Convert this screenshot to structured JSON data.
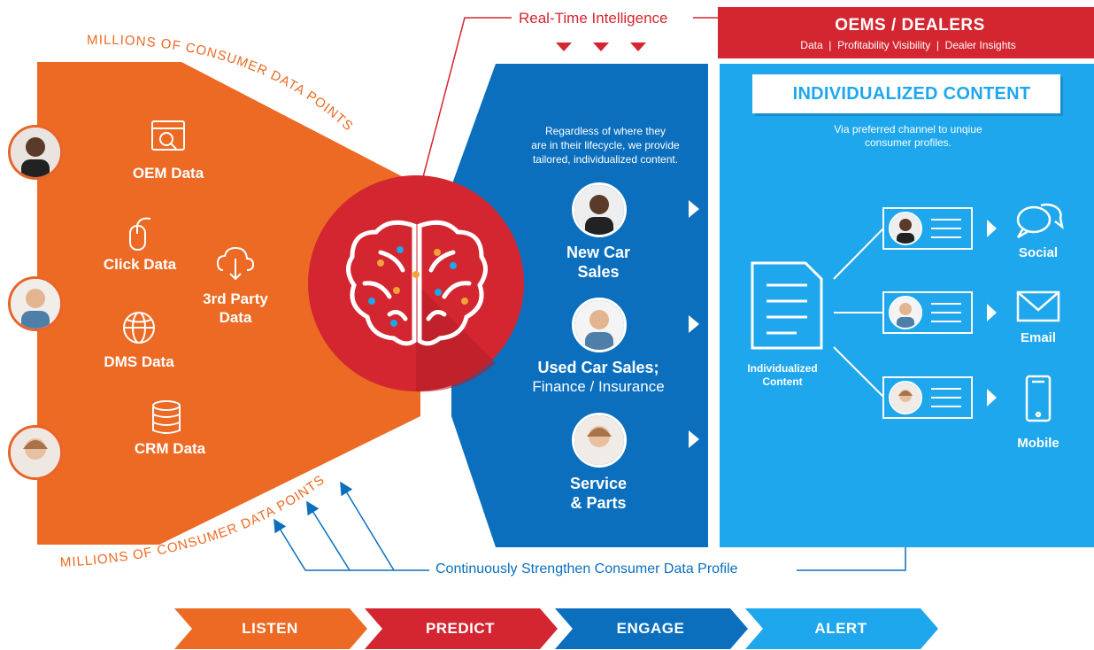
{
  "header": {
    "realtime_label": "Real-Time Intelligence",
    "oems_title": "OEMS / DEALERS",
    "oems_subtitle": "Data  |  Profitability Visibility  |  Dealer Insights"
  },
  "arc_text": {
    "top": "MILLIONS OF CONSUMER DATA POINTS",
    "bottom": "MILLIONS OF CONSUMER DATA POINTS"
  },
  "data_sources": [
    {
      "label": "OEM Data",
      "icon": "magnifier-window-icon"
    },
    {
      "label": "Click Data",
      "icon": "mouse-icon"
    },
    {
      "label": "3rd Party Data",
      "icon": "cloud-download-icon"
    },
    {
      "label": "DMS Data",
      "icon": "globe-icon"
    },
    {
      "label": "CRM Data",
      "icon": "database-icon"
    }
  ],
  "center": {
    "icon": "brain-icon"
  },
  "engage_panel": {
    "intro": [
      "Regardless of where they",
      "are in their lifecycle, we provide",
      "tailored, individualized content."
    ],
    "segments": [
      {
        "line1": "New Car",
        "line2": "Sales",
        "sub": ""
      },
      {
        "line1": "Used Car Sales;",
        "line2": "",
        "sub": "Finance / Insurance"
      },
      {
        "line1": "Service",
        "line2": "& Parts",
        "sub": ""
      }
    ]
  },
  "content_panel": {
    "banner": "INDIVIDUALIZED CONTENT",
    "intro": [
      "Via preferred channel to unqiue",
      "consumer profiles."
    ],
    "doc_label": [
      "Individualized",
      "Content"
    ],
    "channels": [
      {
        "label": "Social",
        "icon": "chat-bubbles-icon"
      },
      {
        "label": "Email",
        "icon": "envelope-icon"
      },
      {
        "label": "Mobile",
        "icon": "smartphone-icon"
      }
    ]
  },
  "feedback_label": "Continuously Strengthen Consumer Data Profile",
  "process_steps": [
    {
      "label": "LISTEN",
      "color": "#ec6a24"
    },
    {
      "label": "PREDICT",
      "color": "#d32630"
    },
    {
      "label": "ENGAGE",
      "color": "#0b6fbe"
    },
    {
      "label": "ALERT",
      "color": "#1ea7ec"
    }
  ],
  "colors": {
    "orange": "#ec6a24",
    "red": "#d32630",
    "blue": "#0b6fbe",
    "lightblue": "#1ea7ec"
  }
}
